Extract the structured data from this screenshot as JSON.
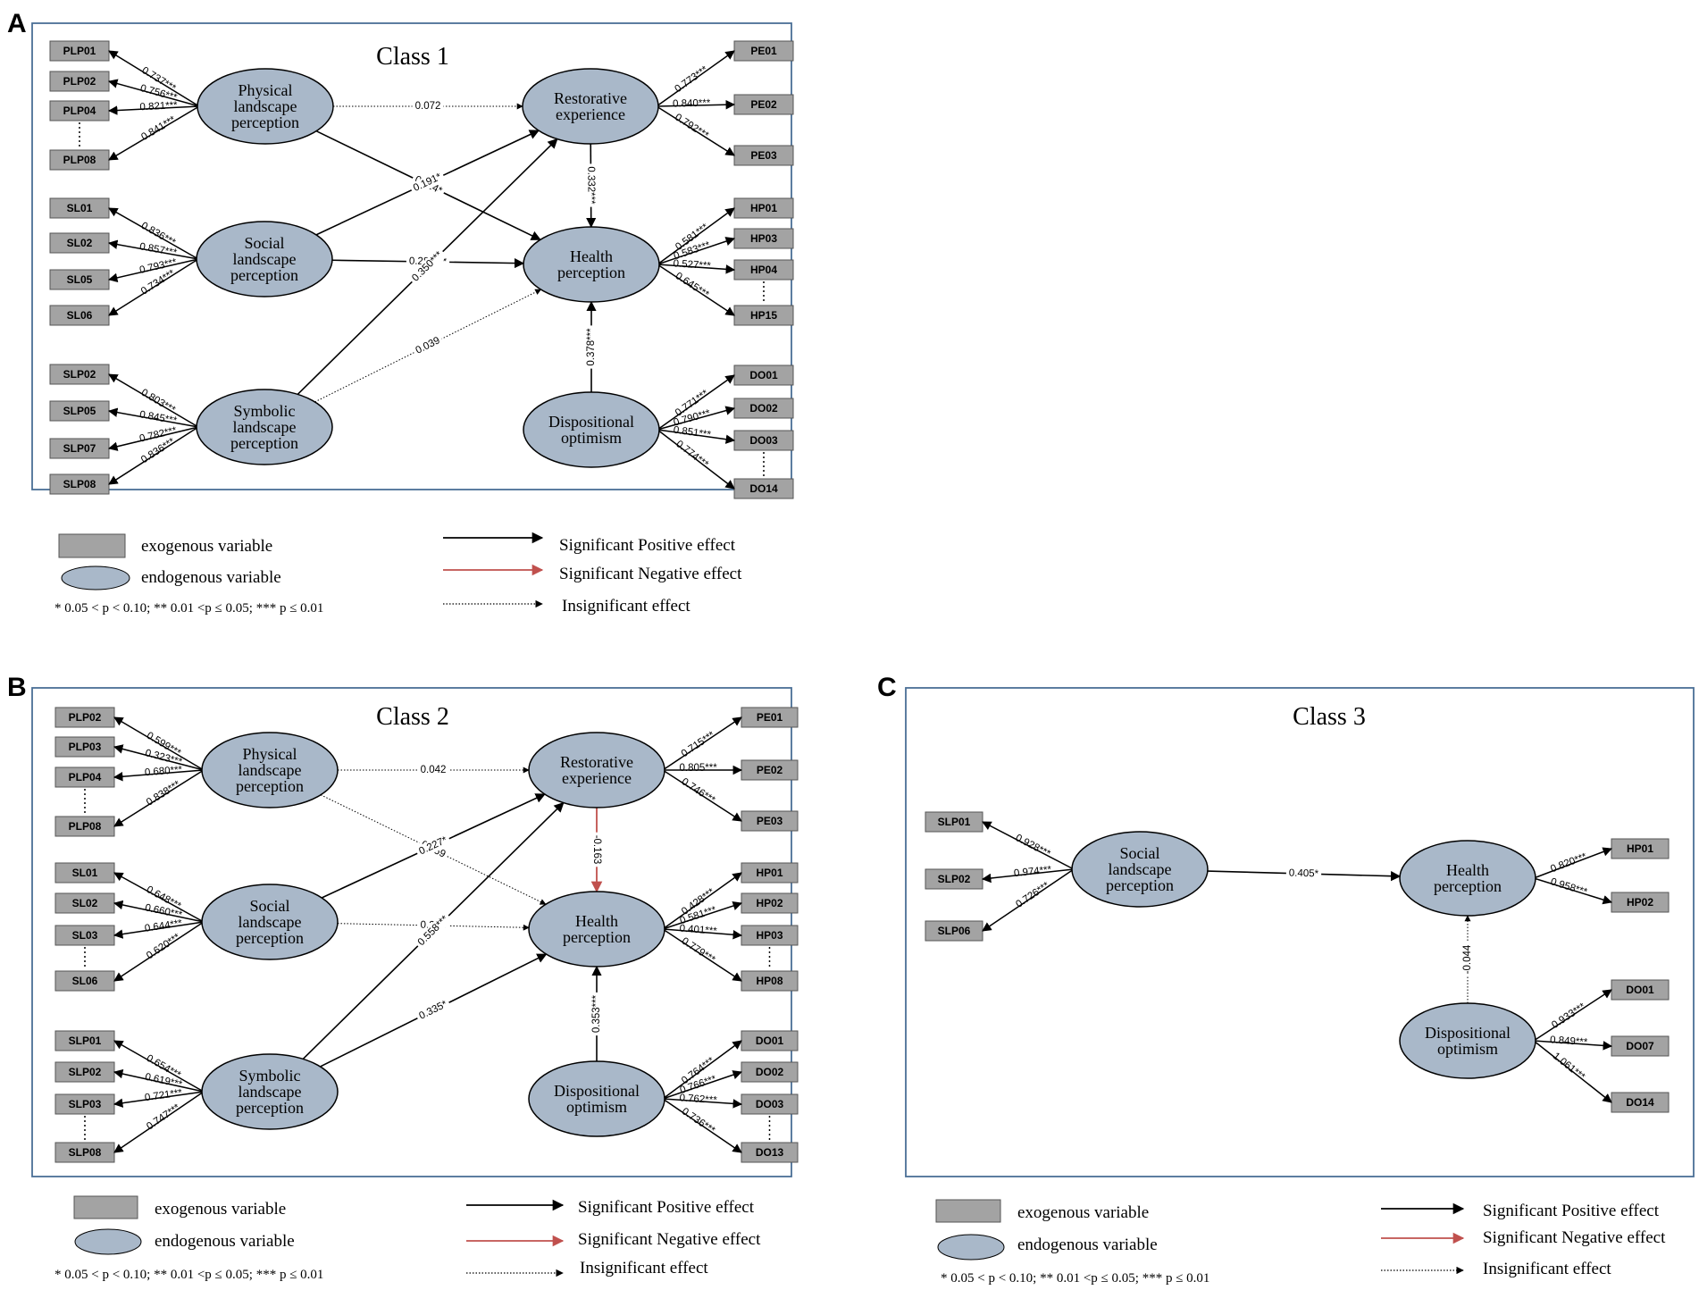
{
  "colors": {
    "panel_border": "#4a6f96",
    "box_fill": "#a3a3a3",
    "ellipse_fill": "#a9b8c9",
    "positive": "#000000",
    "negative": "#c0504d",
    "insignificant": "#000000"
  },
  "legend": {
    "exogenous": "exogenous variable",
    "endogenous": "endogenous variable",
    "positive": "Significant Positive effect",
    "negative": "Significant Negative effect",
    "insignificant": "Insignificant effect",
    "note": "* 0.05 < p < 0.10; ** 0.01 <p ≤ 0.05; *** p ≤ 0.01"
  },
  "panels": [
    {
      "letter": "A",
      "title": "Class 1",
      "latents": [
        {
          "id": "PLP",
          "label": [
            "Physical",
            "landscape",
            "perception"
          ]
        },
        {
          "id": "SL",
          "label": [
            "Social",
            "landscape",
            "perception"
          ]
        },
        {
          "id": "SYM",
          "label": [
            "Symbolic",
            "landscape",
            "perception"
          ]
        },
        {
          "id": "RE",
          "label": [
            "Restorative",
            "experience"
          ]
        },
        {
          "id": "HP",
          "label": [
            "Health",
            "perception"
          ]
        },
        {
          "id": "DO",
          "label": [
            "Dispositional",
            "optimism"
          ]
        }
      ],
      "indicators": [
        {
          "latent": "PLP",
          "items": [
            [
              "PLP01",
              "0.737***"
            ],
            [
              "PLP02",
              "0.756***"
            ],
            [
              "PLP04",
              "0.821***"
            ],
            [
              "PLP08",
              "0.841***"
            ]
          ]
        },
        {
          "latent": "SL",
          "items": [
            [
              "SL01",
              "0.836***"
            ],
            [
              "SL02",
              "0.857***"
            ],
            [
              "SL05",
              "0.793***"
            ],
            [
              "SL06",
              "0.734***"
            ]
          ]
        },
        {
          "latent": "SYM",
          "items": [
            [
              "SLP02",
              "0.803***"
            ],
            [
              "SLP05",
              "0.845***"
            ],
            [
              "SLP07",
              "0.782***"
            ],
            [
              "SLP08",
              "0.836***"
            ]
          ]
        },
        {
          "latent": "RE",
          "items": [
            [
              "PE01",
              "0.773***"
            ],
            [
              "PE02",
              "0.840***"
            ],
            [
              "PE03",
              "0.792***"
            ]
          ]
        },
        {
          "latent": "HP",
          "items": [
            [
              "HP01",
              "0.581***"
            ],
            [
              "HP03",
              "0.583***"
            ],
            [
              "HP04",
              "0.527***"
            ],
            [
              "HP15",
              "0.645***"
            ]
          ]
        },
        {
          "latent": "DO",
          "items": [
            [
              "DO01",
              "0.771***"
            ],
            [
              "DO02",
              "0.790***"
            ],
            [
              "DO03",
              "0.851***"
            ],
            [
              "DO14",
              "0.774***"
            ]
          ]
        }
      ],
      "paths": [
        {
          "from": "PLP",
          "to": "RE",
          "label": "0.072",
          "type": "insignificant"
        },
        {
          "from": "PLP",
          "to": "HP",
          "label": "0.114*",
          "type": "positive"
        },
        {
          "from": "SL",
          "to": "RE",
          "label": "0.191*",
          "type": "positive"
        },
        {
          "from": "SL",
          "to": "HP",
          "label": "0.285***",
          "type": "positive"
        },
        {
          "from": "SYM",
          "to": "RE",
          "label": "0.350***",
          "type": "positive"
        },
        {
          "from": "SYM",
          "to": "HP",
          "label": "0.039",
          "type": "insignificant"
        },
        {
          "from": "RE",
          "to": "HP",
          "label": "0.332***",
          "type": "positive"
        },
        {
          "from": "DO",
          "to": "HP",
          "label": "0.378***",
          "type": "positive"
        }
      ]
    },
    {
      "letter": "B",
      "title": "Class 2",
      "latents": [
        {
          "id": "PLP",
          "label": [
            "Physical",
            "landscape",
            "perception"
          ]
        },
        {
          "id": "SL",
          "label": [
            "Social",
            "landscape",
            "perception"
          ]
        },
        {
          "id": "SYM",
          "label": [
            "Symbolic",
            "landscape",
            "perception"
          ]
        },
        {
          "id": "RE",
          "label": [
            "Restorative",
            "experience"
          ]
        },
        {
          "id": "HP",
          "label": [
            "Health",
            "perception"
          ]
        },
        {
          "id": "DO",
          "label": [
            "Dispositional",
            "optimism"
          ]
        }
      ],
      "indicators": [
        {
          "latent": "PLP",
          "items": [
            [
              "PLP02",
              "0.599***"
            ],
            [
              "PLP03",
              "0.323***"
            ],
            [
              "PLP04",
              "0.680***"
            ],
            [
              "PLP08",
              "0.838***"
            ]
          ]
        },
        {
          "latent": "SL",
          "items": [
            [
              "SL01",
              "0.648***"
            ],
            [
              "SL02",
              "0.660***"
            ],
            [
              "SL03",
              "0.644***"
            ],
            [
              "SL06",
              "0.620***"
            ]
          ]
        },
        {
          "latent": "SYM",
          "items": [
            [
              "SLP01",
              "0.654***"
            ],
            [
              "SLP02",
              "0.619***"
            ],
            [
              "SLP03",
              "0.721***"
            ],
            [
              "SLP08",
              "0.747***"
            ]
          ]
        },
        {
          "latent": "RE",
          "items": [
            [
              "PE01",
              "0.715***"
            ],
            [
              "PE02",
              "0.805***"
            ],
            [
              "PE03",
              "0.746***"
            ]
          ]
        },
        {
          "latent": "HP",
          "items": [
            [
              "HP01",
              "0.428***"
            ],
            [
              "HP02",
              "0.581***"
            ],
            [
              "HP03",
              "0.401***"
            ],
            [
              "HP08",
              "0.779***"
            ]
          ]
        },
        {
          "latent": "DO",
          "items": [
            [
              "DO01",
              "0.764***"
            ],
            [
              "DO02",
              "0.766***"
            ],
            [
              "DO03",
              "0.762***"
            ],
            [
              "DO13",
              "0.736***"
            ]
          ]
        }
      ],
      "paths": [
        {
          "from": "PLP",
          "to": "RE",
          "label": "0.042",
          "type": "insignificant"
        },
        {
          "from": "PLP",
          "to": "HP",
          "label": "0.059",
          "type": "insignificant"
        },
        {
          "from": "SL",
          "to": "RE",
          "label": "0.227*",
          "type": "positive"
        },
        {
          "from": "SL",
          "to": "HP",
          "label": "0.213",
          "type": "insignificant"
        },
        {
          "from": "SYM",
          "to": "RE",
          "label": "0.558***",
          "type": "positive"
        },
        {
          "from": "SYM",
          "to": "HP",
          "label": "0.335*",
          "type": "positive"
        },
        {
          "from": "RE",
          "to": "HP",
          "label": "-0.163",
          "type": "negative"
        },
        {
          "from": "DO",
          "to": "HP",
          "label": "0.353***",
          "type": "positive"
        }
      ]
    },
    {
      "letter": "C",
      "title": "Class 3",
      "latents": [
        {
          "id": "SL",
          "label": [
            "Social",
            "landscape",
            "perception"
          ]
        },
        {
          "id": "HP",
          "label": [
            "Health",
            "perception"
          ]
        },
        {
          "id": "DO",
          "label": [
            "Dispositional",
            "optimism"
          ]
        }
      ],
      "indicators": [
        {
          "latent": "SL",
          "items": [
            [
              "SLP01",
              "0.928***"
            ],
            [
              "SLP02",
              "0.974***"
            ],
            [
              "SLP06",
              "0.726***"
            ]
          ]
        },
        {
          "latent": "HP",
          "items": [
            [
              "HP01",
              "0.820***"
            ],
            [
              "HP02",
              "0.958***"
            ]
          ]
        },
        {
          "latent": "DO",
          "items": [
            [
              "DO01",
              "0.933***"
            ],
            [
              "DO07",
              "0.849***"
            ],
            [
              "DO14",
              "1.061***"
            ]
          ]
        }
      ],
      "paths": [
        {
          "from": "SL",
          "to": "HP",
          "label": "0.405*",
          "type": "positive"
        },
        {
          "from": "DO",
          "to": "HP",
          "label": "-0.044",
          "type": "insignificant"
        }
      ]
    }
  ]
}
